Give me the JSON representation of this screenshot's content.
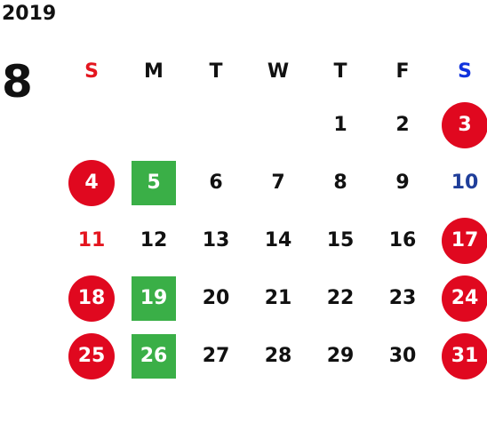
{
  "calendar": {
    "year": "2019",
    "month": "8",
    "weekdays": [
      "S",
      "M",
      "T",
      "W",
      "T",
      "F",
      "S"
    ],
    "weeks": [
      [
        "",
        "",
        "",
        "",
        "1",
        "2",
        "3"
      ],
      [
        "4",
        "5",
        "6",
        "7",
        "8",
        "9",
        "10"
      ],
      [
        "11",
        "12",
        "13",
        "14",
        "15",
        "16",
        "17"
      ],
      [
        "18",
        "19",
        "20",
        "21",
        "22",
        "23",
        "24"
      ],
      [
        "25",
        "26",
        "27",
        "28",
        "29",
        "30",
        "31"
      ]
    ]
  },
  "colors": {
    "holiday_circle": "#e0081f",
    "highlight_square": "#3aaf47",
    "sunday_text": "#e4161f",
    "saturday_text": "#1f3e9a"
  }
}
